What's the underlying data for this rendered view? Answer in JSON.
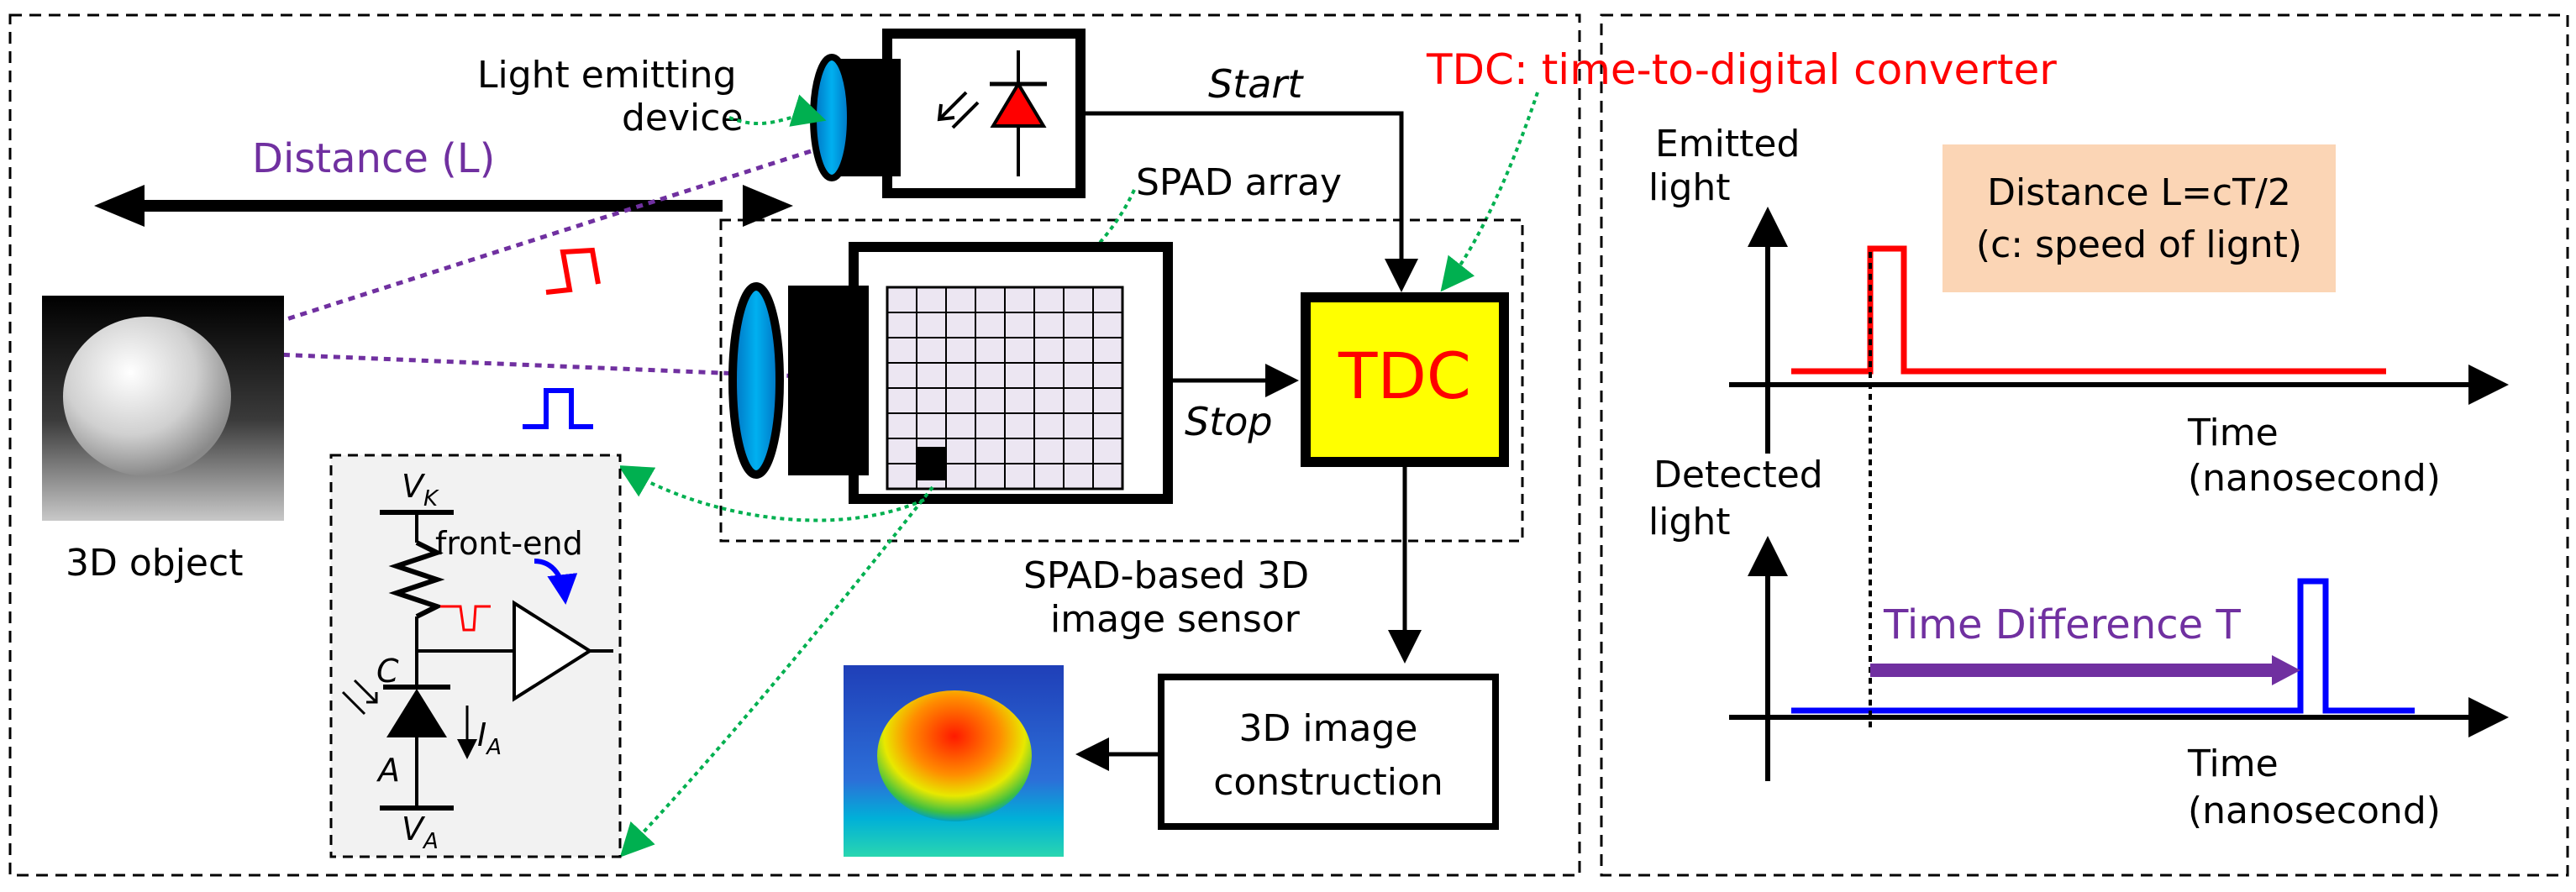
{
  "labels": {
    "light_emitting_device_line1": "Light emitting",
    "light_emitting_device_line2": "device",
    "start": "Start",
    "tdc_caption": "TDC: time-to-digital converter",
    "distance": "Distance (L)",
    "spad_array": "SPAD array",
    "tdc": "TDC",
    "stop": "Stop",
    "object_3d": "3D object",
    "front_end": "front-end",
    "vk": "V",
    "vk_sub": "K",
    "va": "V",
    "va_sub": "A",
    "cathode": "C",
    "anode": "A",
    "ia": "I",
    "ia_sub": "A",
    "sensor_line1": "SPAD-based 3D",
    "sensor_line2": "image sensor",
    "construction_line1": "3D image",
    "construction_line2": "construction"
  },
  "timing": {
    "emitted_line1": "Emitted",
    "emitted_line2": "light",
    "formula_line1": "Distance L=cT/2",
    "formula_line2": "(c: speed of lignt)",
    "time_top_line1": "Time",
    "time_top_line2": "(nanosecond)",
    "detected_line1": "Detected",
    "detected_line2": "light",
    "time_difference": "Time Difference T",
    "time_bottom_line1": "Time",
    "time_bottom_line2": "(nanosecond)"
  },
  "colors": {
    "tdc_fill": "#ffff00",
    "emitted_pulse": "#ff0000",
    "detected_pulse": "#0000ff",
    "purple": "#7030a0",
    "green_arrow": "#00b050",
    "formula_box": "#fbd5b5",
    "circuit_bg": "#f2f2f2",
    "lens_blue": "#00a2e8"
  }
}
